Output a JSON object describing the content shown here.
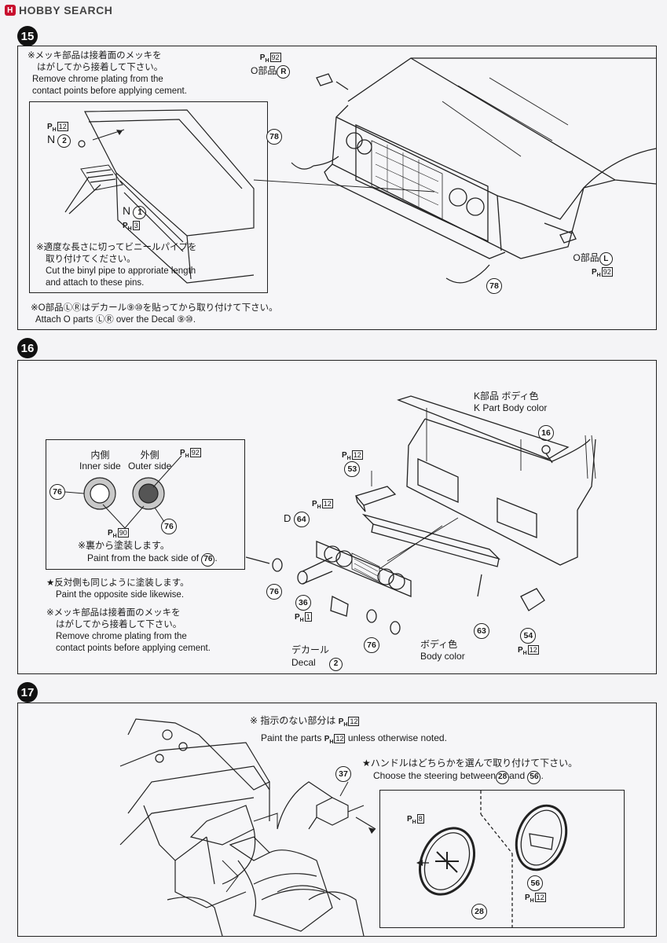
{
  "watermark": {
    "brand": "HOBBY SEARCH",
    "logo_letter": "H"
  },
  "step15": {
    "badge": "15",
    "note_top_jp1": "※メッキ部品は接着面のメッキを",
    "note_top_jp2": "はがしてから接着して下さい。",
    "note_top_en1": "Remove chrome plating from the",
    "note_top_en2": "contact points before applying cement.",
    "label_n2_ph": "12",
    "label_n2": "N",
    "label_n2_num": "2",
    "label_n1": "N",
    "label_n1_num": "1",
    "label_n1_ph": "3",
    "note_pipe_jp1": "※適度な長さに切ってビニールパイプを",
    "note_pipe_jp2": "取り付けてください。",
    "note_pipe_en1": "Cut the binyl pipe to approriate length",
    "note_pipe_en2": "and attach to these pins.",
    "note_decal_jp": "※O部品ⓁⓇはデカール⑨⑩を貼ってから取り付けて下さい。",
    "note_decal_en": "Attach O parts ⓁⓇ over the Decal ⑨⑩.",
    "label_or_ph": "92",
    "label_or": "O部品",
    "label_or_letter": "R",
    "label_ol": "O部品",
    "label_ol_letter": "L",
    "label_ol_ph": "92",
    "part_78a": "78",
    "part_78b": "78"
  },
  "step16": {
    "badge": "16",
    "inner_jp": "内側",
    "inner_en": "Inner side",
    "outer_jp": "外側",
    "outer_en": "Outer side",
    "outer_ph": "92",
    "inner_ph": "90",
    "part_76_inset_a": "76",
    "part_76_inset_b": "76",
    "paint_back_jp": "※裏から塗装します。",
    "paint_back_en": "Paint from the back side of",
    "paint_back_num": "76",
    "opposite_jp": "★反対側も同じように塗装します。",
    "opposite_en": "Paint the opposite side likewise.",
    "chrome_jp1": "※メッキ部品は接着面のメッキを",
    "chrome_jp2": "はがしてから接着して下さい。",
    "chrome_en1": "Remove chrome plating from the",
    "chrome_en2": "contact points before applying cement.",
    "k_part_jp": "K部品 ボディ色",
    "k_part_en": "K Part  Body color",
    "part_16": "16",
    "part_53": "53",
    "part_53_ph": "12",
    "part_d64_letter": "D",
    "part_d64": "64",
    "part_ph12_mid": "12",
    "part_36": "36",
    "part_36_ph": "1",
    "part_76_a": "76",
    "part_76_b": "76",
    "body_color_jp": "ボディ色",
    "body_color_en": "Body color",
    "decal_jp": "デカール",
    "decal_en": "Decal",
    "decal_num": "2",
    "part_63": "63",
    "part_54": "54",
    "part_54_ph": "12"
  },
  "step17": {
    "badge": "17",
    "note_jp": "※ 指示のない部分は",
    "note_jp_ph": "12",
    "note_en_pre": "Paint the parts",
    "note_en_ph": "12",
    "note_en_post": "unless otherwise noted.",
    "steer_jp": "★ハンドルはどちらかを選んで取り付けて下さい。",
    "steer_en_pre": "Choose the steering between",
    "steer_a": "28",
    "steer_and": "and",
    "steer_b": "56",
    "part_37": "37",
    "wheel_left_ph": "8",
    "wheel_left_num": "28",
    "wheel_right_num": "56",
    "wheel_right_ph": "12"
  }
}
